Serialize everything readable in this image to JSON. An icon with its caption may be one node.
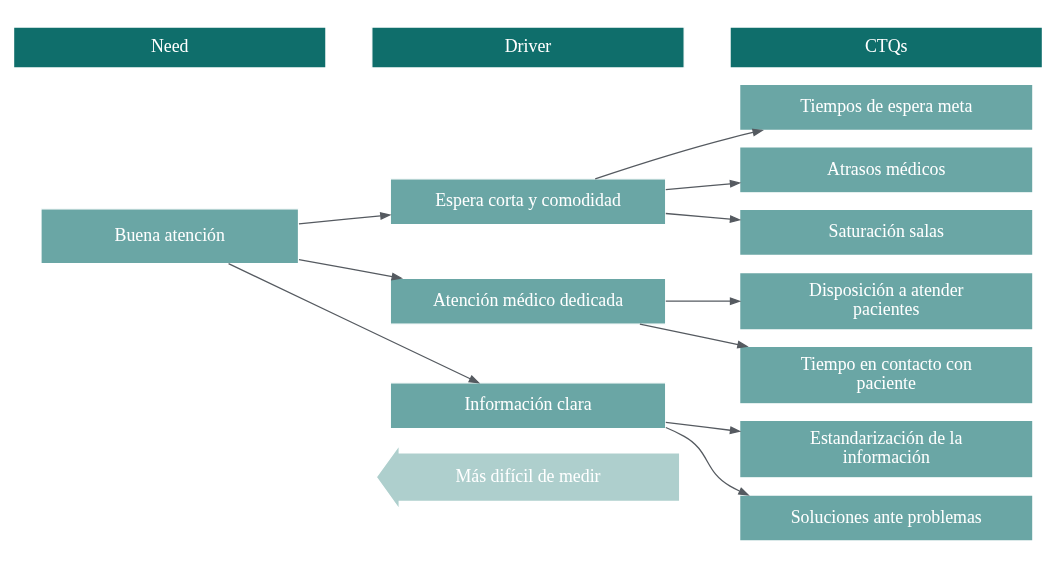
{
  "diagram": {
    "nodes": [
      {
        "text": [
          "Need"
        ]
      },
      {
        "text": [
          "Driver"
        ]
      },
      {
        "text": [
          "CTQs"
        ]
      },
      {
        "text": [
          "Buena atención"
        ]
      },
      {
        "text": [
          "Espera corta y comodidad"
        ]
      },
      {
        "text": [
          "Atención médico dedicada"
        ]
      },
      {
        "text": [
          "Información clara"
        ]
      },
      {
        "text": [
          "Tiempos de espera meta"
        ]
      },
      {
        "text": [
          "Atrasos médicos"
        ]
      },
      {
        "text": [
          "Saturación salas"
        ]
      },
      {
        "text": [
          "Disposición a atender pacientes"
        ]
      },
      {
        "text": [
          "Tiempo en contacto con paciente"
        ]
      },
      {
        "text": [
          "Estandarización de la información"
        ]
      },
      {
        "text": [
          "Soluciones ante problemas"
        ]
      },
      {
        "text": [
          "Más difícil de medir"
        ]
      }
    ],
    "edges": [
      {
        "from": 3,
        "to": 4,
        "arrow": "to"
      },
      {
        "from": 3,
        "to": 5,
        "arrow": "to"
      },
      {
        "from": 3,
        "to": 6,
        "arrow": "to"
      },
      {
        "from": 4,
        "to": 7,
        "arrow": "to"
      },
      {
        "from": 4,
        "to": 8,
        "arrow": "to"
      },
      {
        "from": 4,
        "to": 9,
        "arrow": "to"
      },
      {
        "from": 5,
        "to": 10,
        "arrow": "to"
      },
      {
        "from": 5,
        "to": 11,
        "arrow": "to"
      },
      {
        "from": 6,
        "to": 12,
        "arrow": "to"
      },
      {
        "from": 6,
        "to": 13,
        "arrow": "to"
      }
    ]
  }
}
